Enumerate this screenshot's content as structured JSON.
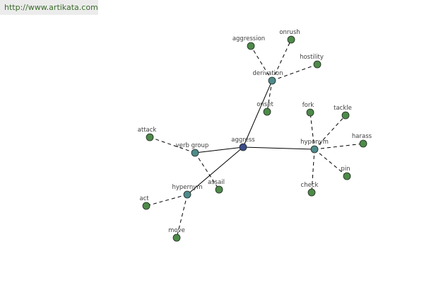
{
  "banner": {
    "url": "http://www.artikata.com"
  },
  "colors": {
    "center": "#3b4a8a",
    "relation": "#4f8a8b",
    "word": "#4e8a4a",
    "edge": "#000000"
  },
  "center": {
    "id": "aggress",
    "label": "aggress"
  },
  "relations": [
    {
      "id": "derivation",
      "label": "derivation",
      "words": [
        "aggression",
        "onrush",
        "hostility",
        "onset"
      ]
    },
    {
      "id": "hyponym",
      "label": "hyponym",
      "words": [
        "fork",
        "tackle",
        "harass",
        "pin",
        "check"
      ]
    },
    {
      "id": "verb-group",
      "label": "verb group",
      "words": [
        "attack",
        "assail"
      ]
    },
    {
      "id": "hypernym",
      "label": "hypernym",
      "words": [
        "act",
        "move"
      ]
    }
  ]
}
